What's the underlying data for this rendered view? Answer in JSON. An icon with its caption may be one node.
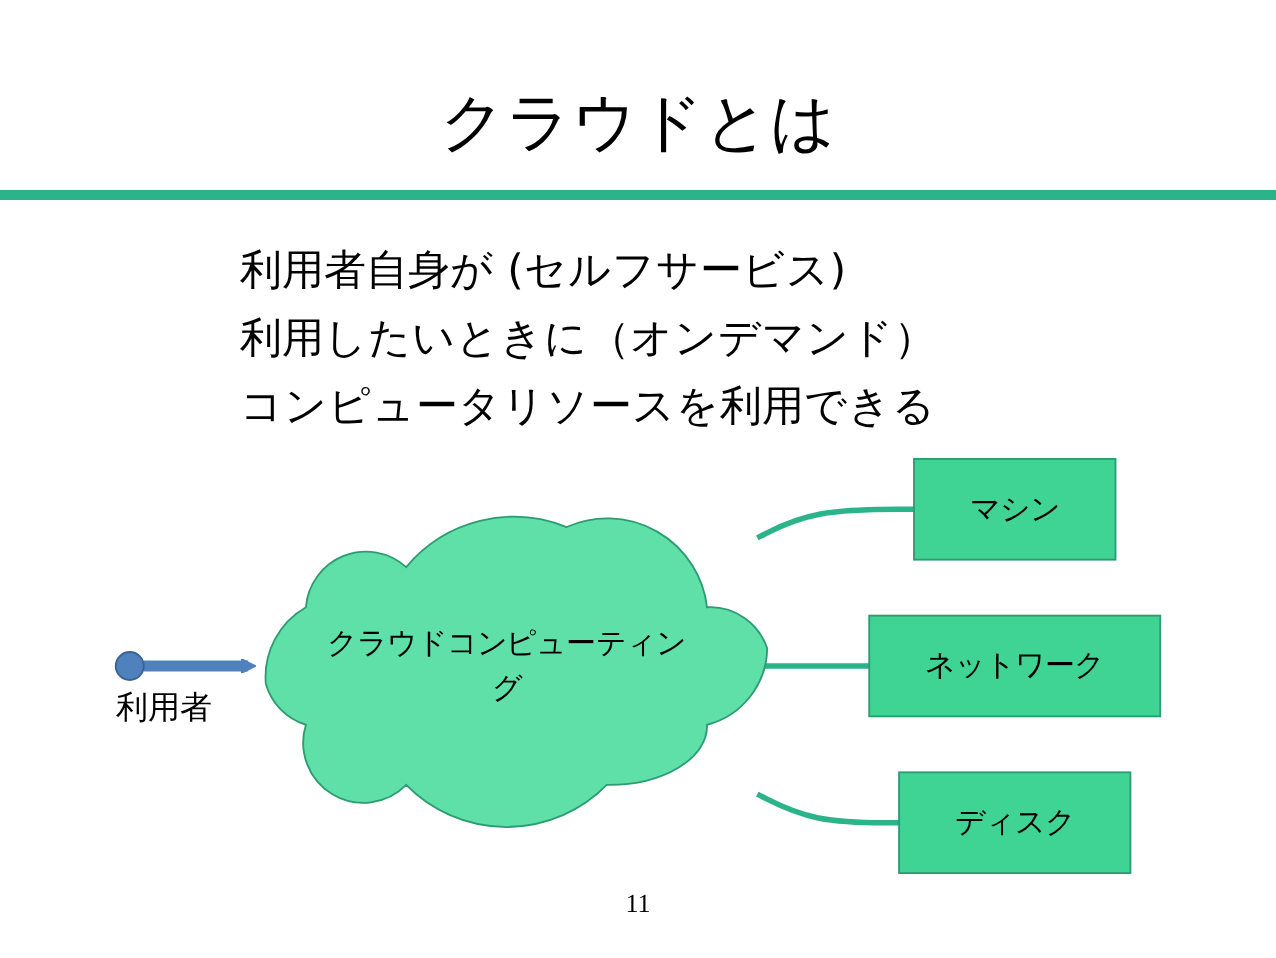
{
  "diagram": {
    "title": "クラウドとは",
    "nodes": [
      {
        "text": [],
        "shape": "person",
        "beside": [
          "利用者"
        ]
      },
      {
        "text": [
          "クラウドコンピューティング"
        ]
      },
      {
        "text": [
          "マシン"
        ]
      },
      {
        "text": [
          "ネットワーク"
        ]
      },
      {
        "text": [
          "ディスク"
        ]
      }
    ],
    "edges": [
      {
        "from": 0,
        "to": 1,
        "arrow": "to",
        "style": "thick",
        "color": "#4f81bd"
      },
      {
        "from": 1,
        "to": 2,
        "arrow": "none"
      },
      {
        "from": 1,
        "to": 3,
        "arrow": "none"
      },
      {
        "from": 1,
        "to": 4,
        "arrow": "none"
      }
    ],
    "labels": [
      "利用者自身が (セルフサービス)",
      "利用したいときに（オンデマンド）",
      "コンピュータリソースを利用できる",
      "11"
    ]
  }
}
